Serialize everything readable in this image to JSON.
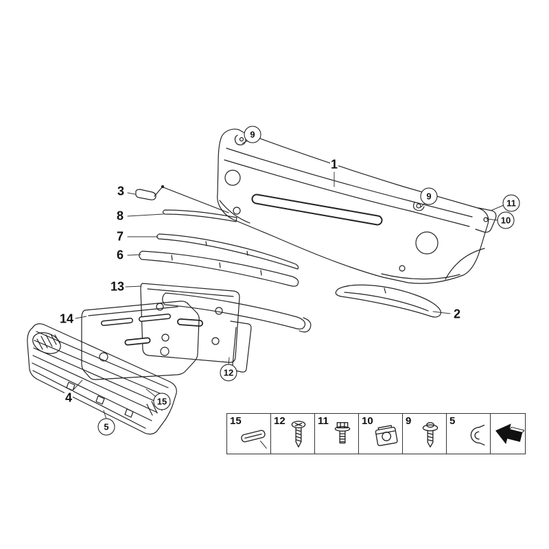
{
  "colors": {
    "line": "#222222",
    "background": "#ffffff"
  },
  "callouts": {
    "c1": {
      "label": "1",
      "circled": false
    },
    "c2": {
      "label": "2",
      "circled": false
    },
    "c3": {
      "label": "3",
      "circled": false
    },
    "c4": {
      "label": "4",
      "circled": false
    },
    "c5": {
      "label": "5",
      "circled": true
    },
    "c6": {
      "label": "6",
      "circled": false
    },
    "c7": {
      "label": "7",
      "circled": false
    },
    "c8": {
      "label": "8",
      "circled": false
    },
    "c9a": {
      "label": "9",
      "circled": true
    },
    "c9b": {
      "label": "9",
      "circled": true
    },
    "c10": {
      "label": "10",
      "circled": true
    },
    "c11": {
      "label": "11",
      "circled": true
    },
    "c12": {
      "label": "12",
      "circled": true
    },
    "c13": {
      "label": "13",
      "circled": false
    },
    "c14": {
      "label": "14",
      "circled": false
    },
    "c15": {
      "label": "15",
      "circled": true
    }
  },
  "legend": {
    "items": [
      {
        "number": "15",
        "icon": "retaining-clip-icon"
      },
      {
        "number": "12",
        "icon": "pan-head-screw-icon"
      },
      {
        "number": "11",
        "icon": "hex-flange-bolt-icon"
      },
      {
        "number": "10",
        "icon": "clip-nut-icon"
      },
      {
        "number": "9",
        "icon": "washer-screw-icon"
      },
      {
        "number": "5",
        "icon": "spring-clip-icon"
      },
      {
        "number": "",
        "icon": "direction-arrow-icon"
      }
    ]
  }
}
